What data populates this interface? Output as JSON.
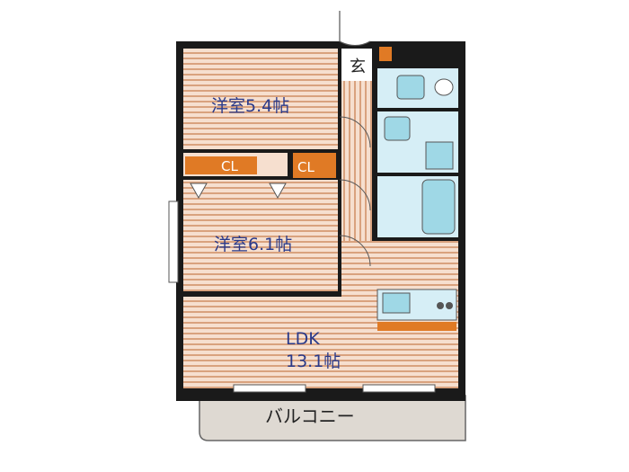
{
  "rooms": {
    "western_room_1": "洋室5.4帖",
    "western_room_2": "洋室6.1帖",
    "ldk_line1": "LDK",
    "ldk_line2": "13.1帖",
    "entrance": "玄",
    "closet_1": "CL",
    "closet_2": "CL",
    "balcony": "バルコニー"
  },
  "colors": {
    "floor_wood": "#d9a27e",
    "floor_stripe": "#f6dfcf",
    "wall": "#1a1a1a",
    "wet_area": "#d6eef6",
    "fixture_blue": "#9fd8e6",
    "closet_orange": "#e07a25",
    "balcony_fill": "#ded9d2",
    "label_blue": "#2a3a8a"
  }
}
